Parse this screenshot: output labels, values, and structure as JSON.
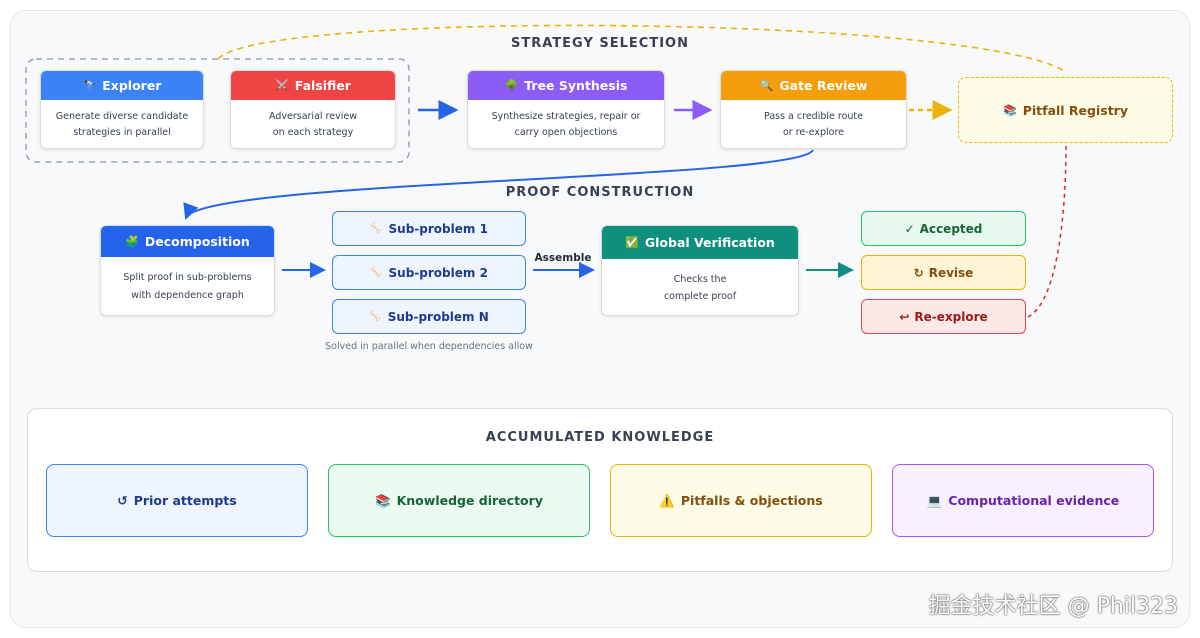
{
  "sections": {
    "strategy": "STRATEGY SELECTION",
    "proof": "PROOF CONSTRUCTION",
    "knowledge": "ACCUMULATED KNOWLEDGE"
  },
  "strategy": {
    "explorer": {
      "icon": "telescope-icon",
      "glyph": "🔭",
      "title": "Explorer",
      "line1": "Generate diverse candidate",
      "line2": "strategies in parallel",
      "color": "#3b82f6"
    },
    "falsifier": {
      "icon": "crossed-swords-icon",
      "glyph": "⚔️",
      "title": "Falsifier",
      "line1": "Adversarial review",
      "line2": "on each strategy",
      "color": "#ef4444"
    },
    "tree": {
      "icon": "tree-icon",
      "glyph": "🌳",
      "title": "Tree Synthesis",
      "line1": "Synthesize strategies, repair or",
      "line2": "carry open objections",
      "color": "#8b5cf6"
    },
    "gate": {
      "icon": "magnifier-icon",
      "glyph": "🔍",
      "title": "Gate Review",
      "line1": "Pass a credible route",
      "line2": "or re-explore",
      "color": "#f59e0b"
    },
    "pitfall": {
      "icon": "books-icon",
      "glyph": "📚",
      "title": "Pitfall Registry"
    }
  },
  "proof": {
    "decomposition": {
      "icon": "puzzle-icon",
      "glyph": "🧩",
      "title": "Decomposition",
      "line1": "Split proof in sub-problems",
      "line2": "with dependence graph",
      "color": "#2563eb"
    },
    "subproblems": [
      {
        "icon": "bone-icon",
        "glyph": "🦴",
        "label": "Sub-problem 1"
      },
      {
        "icon": "bone-icon",
        "glyph": "🦴",
        "label": "Sub-problem 2"
      },
      {
        "icon": "bone-icon",
        "glyph": "🦴",
        "label": "Sub-problem N"
      }
    ],
    "parallel_note": "Solved in parallel when dependencies allow",
    "assemble_label": "Assemble",
    "verification": {
      "icon": "check-box-icon",
      "glyph": "✅",
      "title": "Global Verification",
      "line1": "Checks the",
      "line2": "complete proof",
      "color": "#0f8f7e"
    },
    "outcomes": [
      {
        "icon": "check-mark-icon",
        "glyph": "✓",
        "label": "Accepted"
      },
      {
        "icon": "refresh-icon",
        "glyph": "↻",
        "label": "Revise"
      },
      {
        "icon": "return-arrow-icon",
        "glyph": "↩",
        "label": "Re-explore"
      }
    ]
  },
  "knowledge": [
    {
      "icon": "cycle-icon",
      "glyph": "↺",
      "label": "Prior attempts"
    },
    {
      "icon": "books-icon",
      "glyph": "📚",
      "label": "Knowledge directory"
    },
    {
      "icon": "warning-icon",
      "glyph": "⚠️",
      "label": "Pitfalls & objections"
    },
    {
      "icon": "computer-icon",
      "glyph": "💻",
      "label": "Computational evidence"
    }
  ],
  "watermark": "掘金技术社区 @ Phil323"
}
